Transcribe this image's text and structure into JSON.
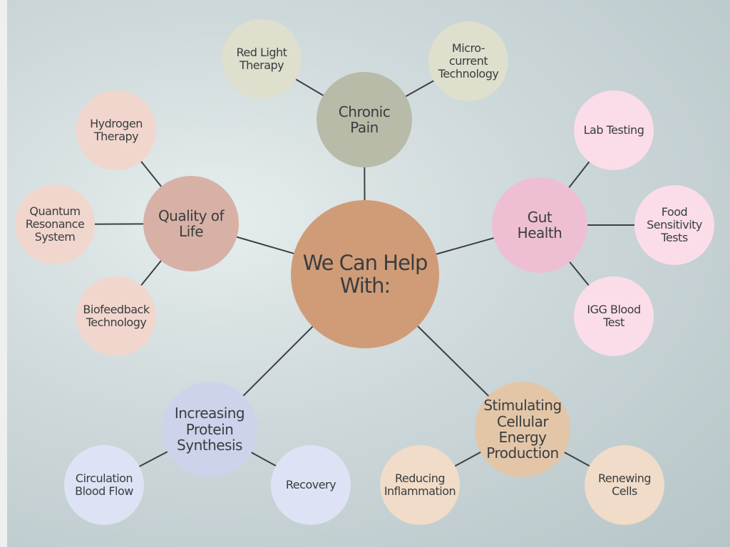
{
  "diagram": {
    "center": {
      "label": "We Can Help\nWith:",
      "color": "#d09c78"
    },
    "hubs": [
      {
        "id": "chronic_pain",
        "label": "Chronic\nPain",
        "color": "#b8bba8",
        "children": [
          {
            "id": "red_light",
            "label": "Red Light\nTherapy",
            "color": "#dedfcd"
          },
          {
            "id": "micro_current",
            "label": "Micro-current\nTechnology",
            "color": "#dedfcd"
          }
        ]
      },
      {
        "id": "quality_life",
        "label": "Quality of\nLife",
        "color": "#d7b1a6",
        "children": [
          {
            "id": "hydrogen",
            "label": "Hydrogen\nTherapy",
            "color": "#f1d6cd"
          },
          {
            "id": "quantum",
            "label": "Quantum\nResonance\nSystem",
            "color": "#f1d6cd"
          },
          {
            "id": "biofeedback",
            "label": "Biofeedback\nTechnology",
            "color": "#f1d6cd"
          }
        ]
      },
      {
        "id": "gut_health",
        "label": "Gut\nHealth",
        "color": "#eebfd3",
        "children": [
          {
            "id": "lab_testing",
            "label": "Lab Testing",
            "color": "#fbdde9"
          },
          {
            "id": "food_sensitivity",
            "label": "Food\nSensitivity\nTests",
            "color": "#fbdde9"
          },
          {
            "id": "igg_blood",
            "label": "IGG Blood\nTest",
            "color": "#fbdde9"
          }
        ]
      },
      {
        "id": "protein_synthesis",
        "label": "Increasing\nProtein Synthesis",
        "color": "#cdd3eb",
        "children": [
          {
            "id": "circulation",
            "label": "Circulation\nBlood Flow",
            "color": "#dde3f4"
          },
          {
            "id": "recovery",
            "label": "Recovery",
            "color": "#dde3f4"
          }
        ]
      },
      {
        "id": "cellular_energy",
        "label": "Stimulating\nCellular Energy\nProduction",
        "color": "#e3c6a8",
        "children": [
          {
            "id": "inflammation",
            "label": "Reducing\nInflammation",
            "color": "#f0dcc8"
          },
          {
            "id": "renewing",
            "label": "Renewing\nCells",
            "color": "#f0dcc8"
          }
        ]
      }
    ],
    "line_color": "#3b4043"
  }
}
